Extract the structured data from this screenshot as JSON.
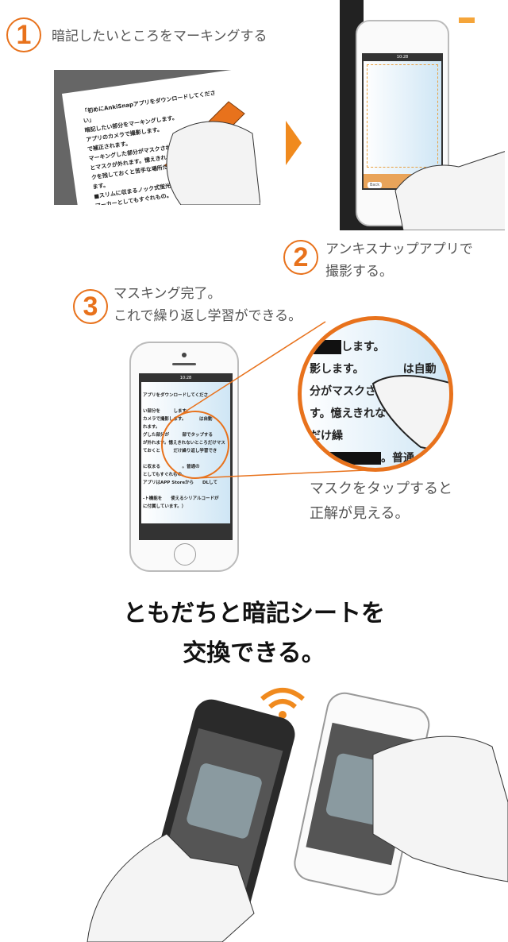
{
  "steps": [
    {
      "number": "1",
      "lines": [
        "暗記したいところをマーキングする"
      ]
    },
    {
      "number": "2",
      "lines": [
        "アンキスナップアプリで",
        "撮影する。"
      ]
    },
    {
      "number": "3",
      "lines": [
        "マスキング完了。",
        "これで繰り返し学習ができる。"
      ]
    }
  ],
  "paper": {
    "lines": [
      "「初めにAnkiSnapアプリをダウンロードしてくださ",
      "い」",
      "暗記したい部分をマーキングします。",
      "アプリのカメラで撮影します。",
      "で補正されます。",
      "マーキングした部分がマスクされ",
      "とマスクが外れます。憶えきれないとこ",
      "クを残しておくと苦手な場所だけ繰り返",
      "ます。",
      "■スリムに収まるノック式蛍光マーカ",
      "マーカーとしてもすぐれもの。"
    ]
  },
  "phone_screen": {
    "time": "10:28",
    "back_label": "Back",
    "lines": [
      "アプリをダウンロードしてくださ",
      "い部分を　　　します。",
      "カメラで撮影します。　　　は自動",
      "れます。",
      "グした部分が　　　部でタップする",
      "が外れます。憶えきれないところだけマス",
      "ておくと　　　だけ繰り返し学習でき",
      "に収まる　　　　　。普通の",
      "としてもすぐれもの。",
      "アプリはAPP Storeから　　DLして",
      "-ト機能を　　使えるシリアルコードが",
      "に付属しています。）"
    ]
  },
  "zoom_lines": [
    "します。",
    "影します。　　　　は自動",
    "分がマスクさ",
    "す。憶えきれな",
    "だけ繰",
    "。普通"
  ],
  "caption": [
    "マスクをタップすると",
    "正解が見える。"
  ],
  "headline": [
    "ともだちと暗記シートを",
    "交換できる。"
  ],
  "colors": {
    "accent": "#e8721c",
    "highlight": "#f5a53a",
    "text": "#555555"
  },
  "icons": [
    "wifi-icon",
    "arrow-right-icon"
  ]
}
